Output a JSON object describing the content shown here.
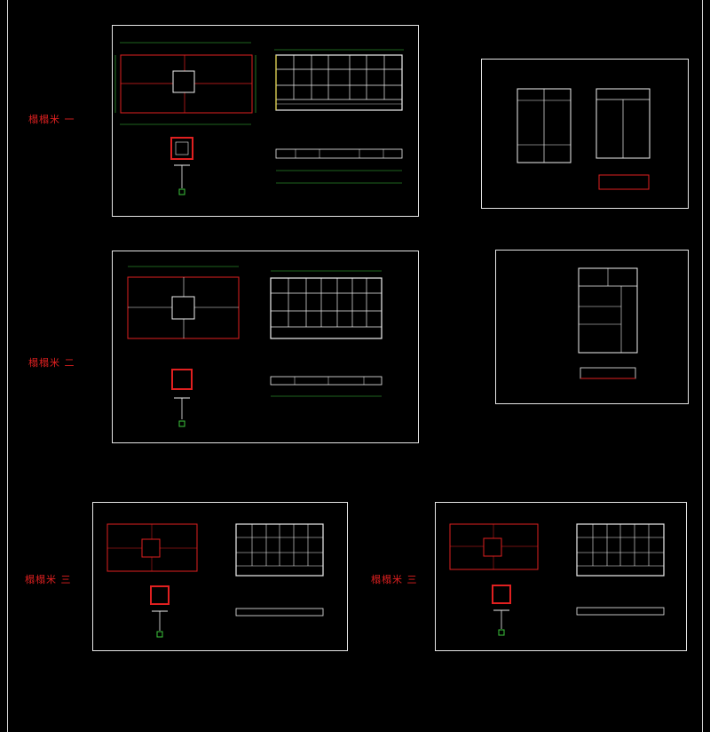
{
  "sheets": [
    {
      "label": "榻榻米 一"
    },
    {
      "label": "榻榻米 二"
    },
    {
      "label": "榻榻米 三"
    },
    {
      "label": "榻榻米 三"
    }
  ],
  "colors": {
    "background": "#000000",
    "frame": "#e6e6e6",
    "red": "#e02020",
    "dimension_green": "#3cc63c",
    "yellow": "#e0d040",
    "white": "#f0f0f0"
  }
}
